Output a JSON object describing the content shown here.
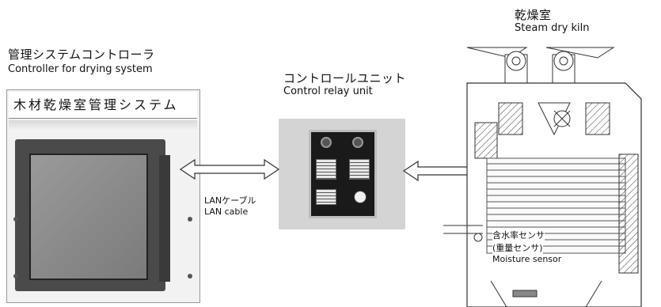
{
  "controller": {
    "label_jp": "管理システムコントローラ",
    "label_en": "Controller for drying system",
    "screen_title": "木材乾燥室管理システム"
  },
  "relay": {
    "label_jp": "コントロールユニット",
    "label_en": "Control relay unit"
  },
  "cable": {
    "label_jp": "LANケーブル",
    "label_en": "LAN cable"
  },
  "kiln": {
    "label_jp": "乾燥室",
    "label_en": "Steam dry kiln"
  },
  "sensor": {
    "label_jp1": "含水率センサ",
    "label_jp2": "(重量センサ)",
    "label_en": "Moisture sensor"
  }
}
